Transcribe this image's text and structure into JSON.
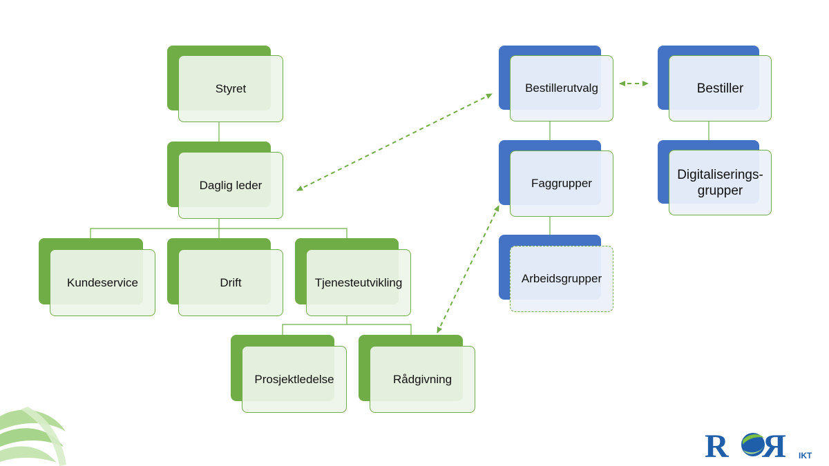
{
  "org": {
    "styret": "Styret",
    "daglig_leder": "Daglig leder",
    "kundeservice": "Kundeservice",
    "drift": "Drift",
    "tjenesteutvikling": "Tjenesteutvikling",
    "prosjektledelse": "Prosjektledelse",
    "radgivning": "Rådgivning"
  },
  "ordering": {
    "bestillerutvalg": "Bestillerutvalg",
    "faggrupper": "Faggrupper",
    "arbeidsgrupper": "Arbeidsgrupper",
    "bestiller": "Bestiller",
    "digitalisering_line1": "Digitaliserings-",
    "digitalisering_line2": "grupper"
  },
  "logo": {
    "text": "RØR",
    "suffix": "IKT"
  },
  "colors": {
    "green": "#70ad47",
    "blue": "#4472c4",
    "logo_blue": "#1f5fa9"
  }
}
